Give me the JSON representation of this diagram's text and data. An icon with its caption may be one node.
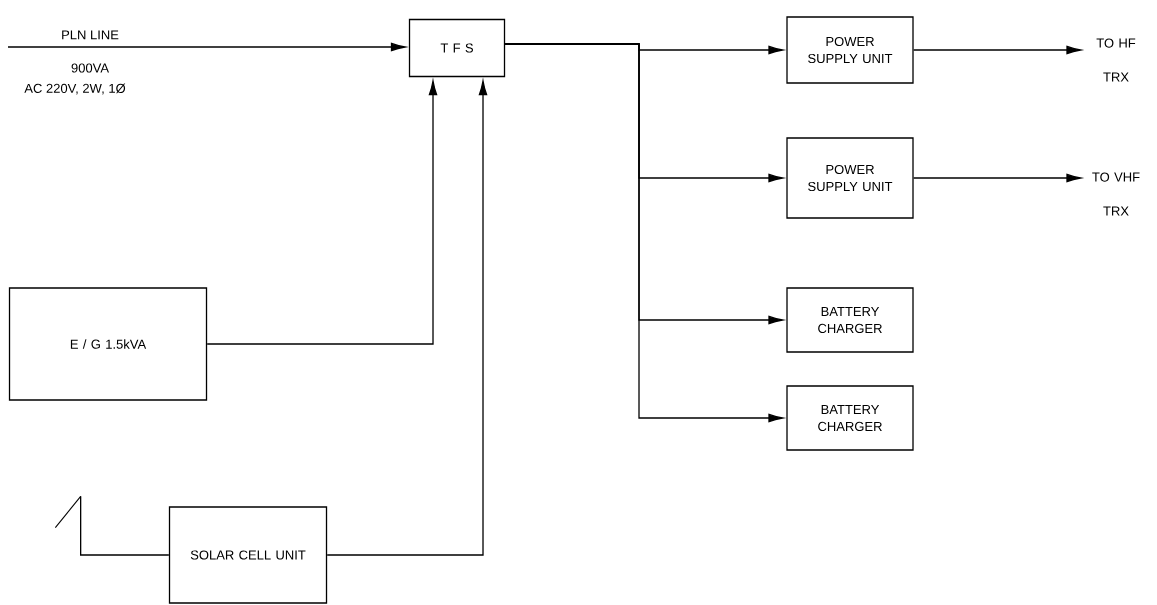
{
  "diagram": {
    "nodes": [
      {
        "text": [
          "T F S"
        ]
      },
      {
        "text": [
          "E / G 1.5kVA"
        ]
      },
      {
        "text": [
          "SOLAR CELL UNIT"
        ]
      },
      {
        "text": [],
        "shape": "picture"
      },
      {
        "text": [
          "POWER SUPPLY UNIT"
        ]
      },
      {
        "text": [
          "POWER SUPPLY UNIT"
        ]
      },
      {
        "text": [
          "BATTERY CHARGER"
        ]
      },
      {
        "text": [
          "BATTERY CHARGER"
        ]
      },
      {
        "text": [
          "TO HF TRX"
        ]
      },
      {
        "text": [
          "TO VHF TRX"
        ]
      }
    ],
    "edges": [
      {
        "from": null,
        "to": 0,
        "arrow": "to",
        "label": "PLN LINE"
      },
      {
        "from": 1,
        "to": 0,
        "arrow": "to"
      },
      {
        "from": 2,
        "to": 0,
        "arrow": "to"
      },
      {
        "from": 3,
        "to": 2,
        "arrow": "none"
      },
      {
        "from": 0,
        "to": 4,
        "arrow": "to"
      },
      {
        "from": 0,
        "to": 5,
        "arrow": "to"
      },
      {
        "from": 0,
        "to": 6,
        "arrow": "to"
      },
      {
        "from": 0,
        "to": 7,
        "arrow": "to"
      },
      {
        "from": 4,
        "to": 8,
        "arrow": "to"
      },
      {
        "from": 5,
        "to": 9,
        "arrow": "to"
      }
    ],
    "labels": [
      "900VA",
      "AC 220V, 2W, 1Ø"
    ]
  }
}
